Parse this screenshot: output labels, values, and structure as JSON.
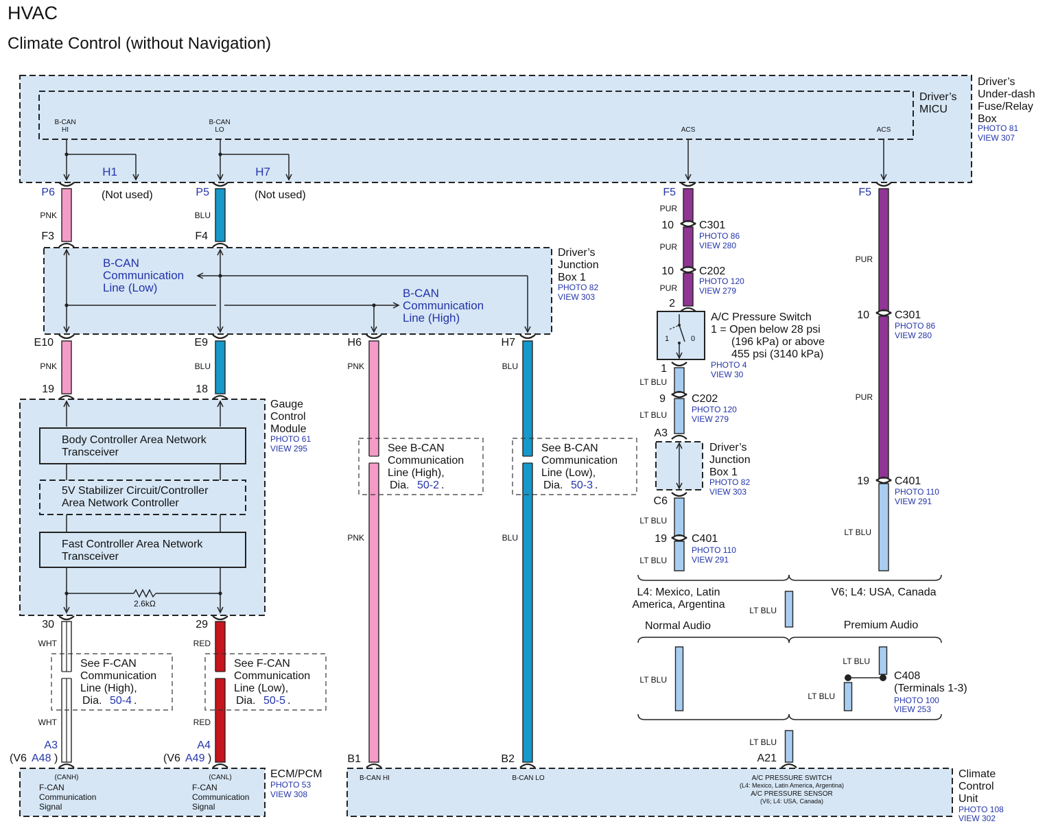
{
  "header": {
    "section": "HVAC",
    "title": "Climate Control (without Navigation)"
  },
  "colors": {
    "box_fill": "#d6e6f5",
    "pnk": "#f59bc8",
    "blu": "#1698c8",
    "pur": "#8f3593",
    "ltblu": "#a9cdf0",
    "red": "#c8141c",
    "ref_text": "#2233aa"
  },
  "fuse_box": {
    "name": [
      "Driver’s",
      "Under-dash",
      "Fuse/Relay",
      "Box"
    ],
    "photo": "PHOTO 81",
    "view": "VIEW 307"
  },
  "micu": {
    "name": [
      "Driver’s",
      "MICU"
    ],
    "pin_bcan_hi": [
      "B-CAN",
      "HI"
    ],
    "pin_bcan_lo": [
      "B-CAN",
      "LO"
    ],
    "pin_acs": "ACS"
  },
  "fuse_outputs": {
    "h1": "H1",
    "h7": "H7",
    "not_used": "(Not used)",
    "p6": "P6",
    "p5": "P5",
    "f5": "F5",
    "f3": "F3",
    "f4": "F4"
  },
  "junction_box": {
    "name": [
      "Driver’s",
      "Junction",
      "Box 1"
    ],
    "photo": "PHOTO 82",
    "view": "VIEW 303",
    "low_line": [
      "B-CAN",
      "Communication",
      "Line (Low)"
    ],
    "high_line": [
      "B-CAN",
      "Communication",
      "Line (High)"
    ],
    "e10": "E10",
    "e9": "E9",
    "h6": "H6",
    "h7": "H7"
  },
  "gauge": {
    "name": [
      "Gauge",
      "Control",
      "Module"
    ],
    "photo": "PHOTO 61",
    "view": "VIEW 295",
    "pin19": "19",
    "pin18": "18",
    "pin30": "30",
    "pin29": "29",
    "body_can": [
      "Body Controller Area Network",
      "Transceiver"
    ],
    "stabilizer": [
      "5V Stabilizer Circuit/Controller",
      "Area Network Controller"
    ],
    "fast_can": [
      "Fast Controller Area Network",
      "Transceiver"
    ],
    "resistor": "2.6kΩ"
  },
  "wire_colors": {
    "pnk": "PNK",
    "blu": "BLU",
    "pur": "PUR",
    "ltblu": "LT BLU",
    "wht": "WHT",
    "red": "RED"
  },
  "see_refs": {
    "bcan_high": {
      "lines": [
        "See B-CAN",
        "Communication",
        "Line (High),"
      ],
      "dia": "Dia.",
      "num": "50-2",
      "dot": "."
    },
    "bcan_low": {
      "lines": [
        "See B-CAN",
        "Communication",
        "Line (Low),"
      ],
      "dia": "Dia.",
      "num": "50-3",
      "dot": "."
    },
    "fcan_high": {
      "lines": [
        "See F-CAN",
        "Communication",
        "Line (High),"
      ],
      "dia": "Dia.",
      "num": "50-4",
      "dot": "."
    },
    "fcan_low": {
      "lines": [
        "See F-CAN",
        "Communication",
        "Line (Low),"
      ],
      "dia": "Dia.",
      "num": "50-5",
      "dot": "."
    }
  },
  "connectors": {
    "c301": {
      "name": "C301",
      "photo": "PHOTO 86",
      "view": "VIEW 280",
      "pin": "10"
    },
    "c202": {
      "name": "C202",
      "photo": "PHOTO 120",
      "view": "VIEW 279",
      "pin_top": "10",
      "pin_bottom": "9"
    },
    "c401": {
      "name": "C401",
      "photo": "PHOTO 110",
      "view": "VIEW 291",
      "pin": "19"
    },
    "c408": {
      "name": "C408",
      "sub": "(Terminals 1-3)",
      "photo": "PHOTO 100",
      "view": "VIEW 253"
    }
  },
  "pressure_switch": {
    "title": "A/C Pressure Switch",
    "desc": [
      "1 = Open below 28 psi",
      "(196 kPa) or above",
      "455 psi (3140 kPa)"
    ],
    "photo": "PHOTO 4",
    "view": "VIEW 30",
    "pin_top": "2",
    "pin_bottom": "1",
    "label1": "1",
    "label0": "0"
  },
  "jb_small": {
    "name": [
      "Driver’s",
      "Junction",
      "Box 1"
    ],
    "photo": "PHOTO 82",
    "view": "VIEW 303",
    "a3": "A3",
    "c6": "C6"
  },
  "variants": {
    "l4": [
      "L4: Mexico, Latin",
      "America, Argentina"
    ],
    "v6": "V6; L4: USA, Canada",
    "normal_audio": "Normal Audio",
    "premium_audio": "Premium Audio"
  },
  "ecm": {
    "name": "ECM/PCM",
    "photo": "PHOTO 53",
    "view": "VIEW 308",
    "a3": "A3",
    "a4": "A4",
    "v6_a48_pre": "(V6 ",
    "a48": "A48",
    "v6_a49_pre": "(V6 ",
    "a49": "A49",
    "close": ")",
    "canh": "(CANH)",
    "canl": "(CANL)",
    "signal": [
      "F-CAN",
      "Communication",
      "Signal"
    ]
  },
  "climate_unit": {
    "name": [
      "Climate",
      "Control",
      "Unit"
    ],
    "photo": "PHOTO 108",
    "view": "VIEW 302",
    "b1": "B1",
    "b2": "B2",
    "a21": "A21",
    "bcan_hi": "B-CAN HI",
    "bcan_lo": "B-CAN LO",
    "pin_desc": [
      "A/C PRESSURE SWITCH",
      "(L4: Mexico, Latin America, Argentina)",
      "A/C PRESSURE SENSOR",
      "(V6; L4: USA, Canada)"
    ]
  }
}
